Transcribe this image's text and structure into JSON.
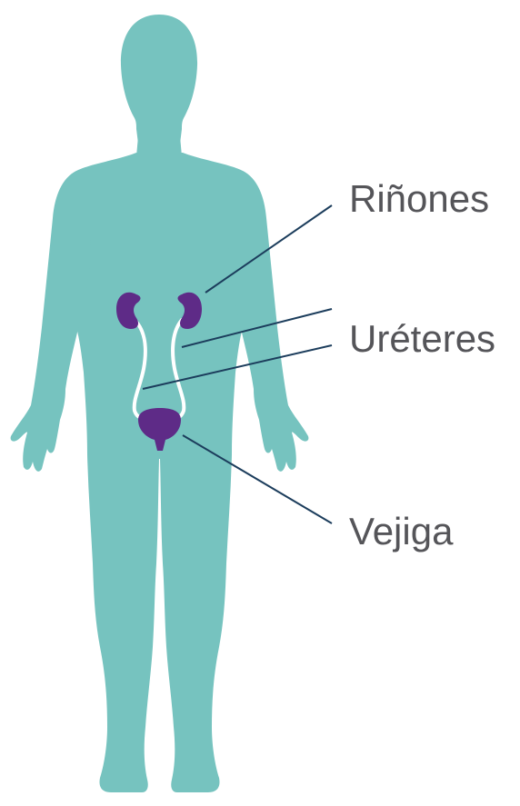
{
  "labels": {
    "kidneys": "Riñones",
    "ureters": "Uréteres",
    "bladder": "Vejiga"
  },
  "colors": {
    "body": "#76c3bf",
    "organs": "#5e2b87",
    "ureters": "#ffffff",
    "leader_lines": "#1c3d5c",
    "text": "#555559"
  }
}
